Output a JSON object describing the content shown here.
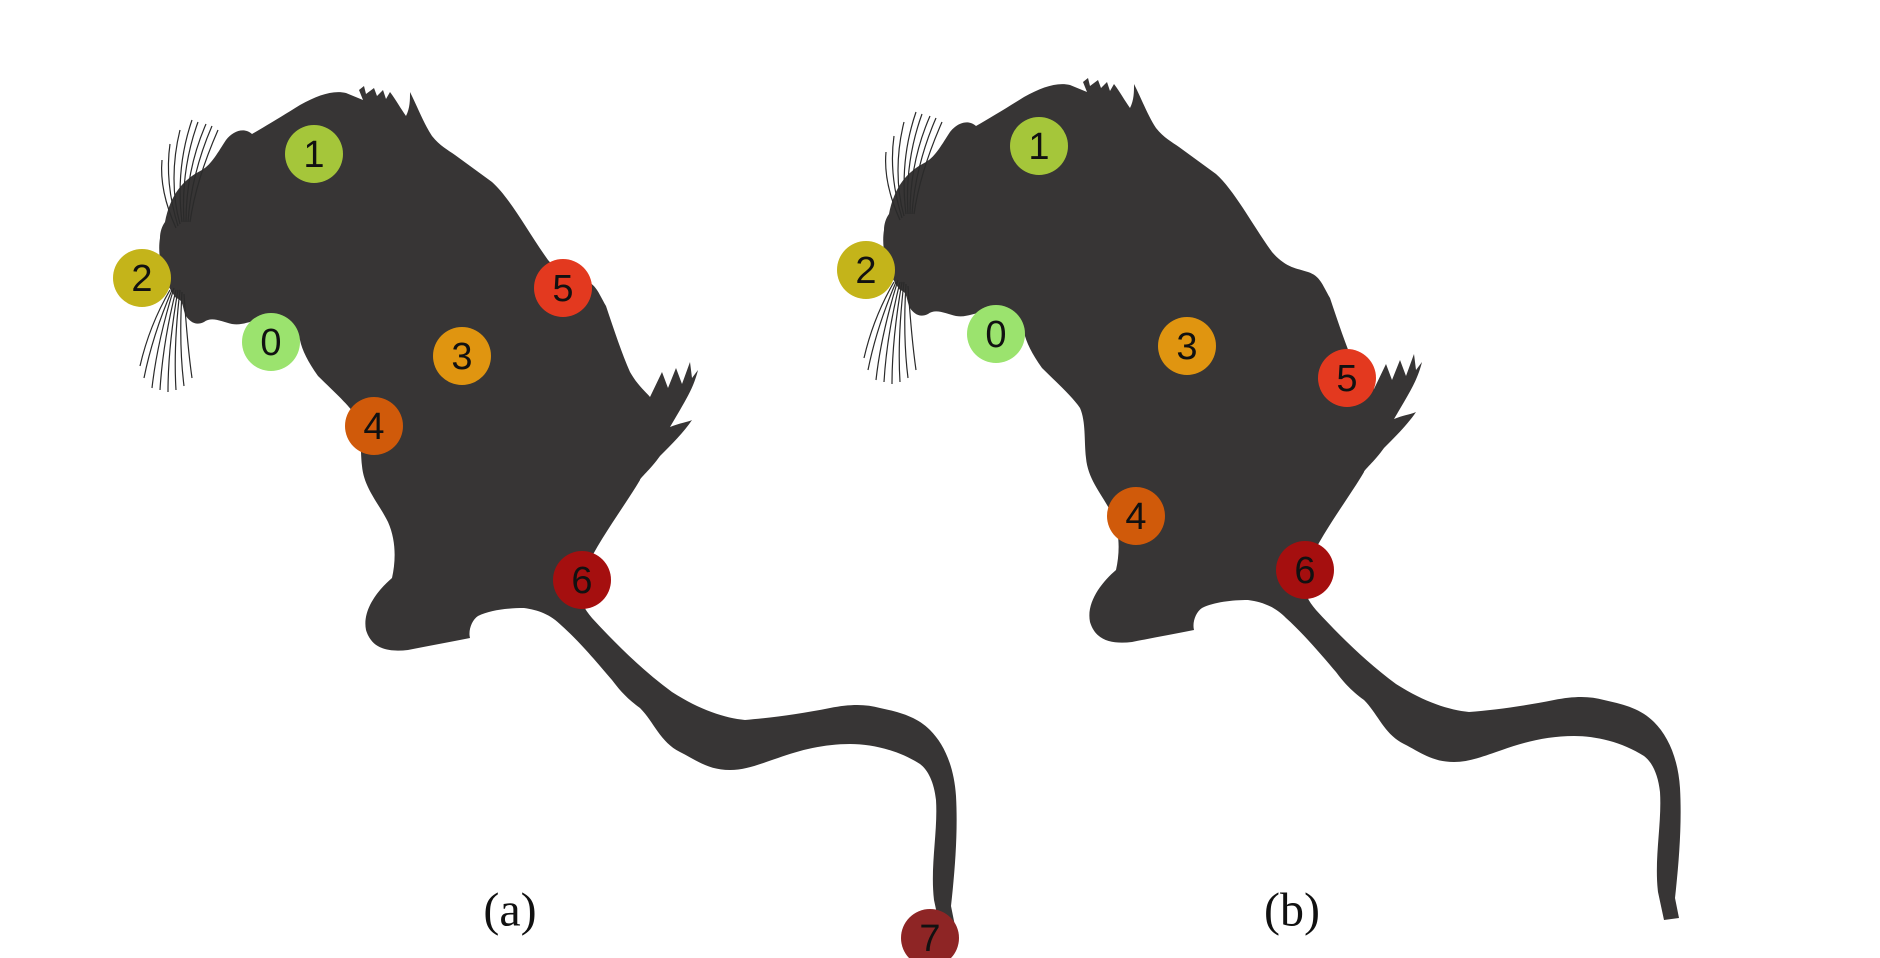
{
  "colors": {
    "silhouette": "#373535",
    "background": "#ffffff",
    "whisker": "#2a2a2a",
    "label_text": "#111111"
  },
  "keypoint_colors": {
    "0": "#9be36e",
    "1": "#a5c63a",
    "2": "#c4b41a",
    "3": "#e09510",
    "4": "#d05a0a",
    "5": "#e3391f",
    "6": "#a50f0f",
    "7": "#8e2525"
  },
  "panels": [
    {
      "id": "a",
      "caption": "(a)",
      "keypoints": [
        {
          "label": "0"
        },
        {
          "label": "1"
        },
        {
          "label": "2"
        },
        {
          "label": "3"
        },
        {
          "label": "4"
        },
        {
          "label": "5"
        },
        {
          "label": "6"
        },
        {
          "label": "7"
        }
      ]
    },
    {
      "id": "b",
      "caption": "(b)",
      "keypoints": [
        {
          "label": "0"
        },
        {
          "label": "1"
        },
        {
          "label": "2"
        },
        {
          "label": "3"
        },
        {
          "label": "4"
        },
        {
          "label": "5"
        },
        {
          "label": "6"
        }
      ]
    }
  ]
}
